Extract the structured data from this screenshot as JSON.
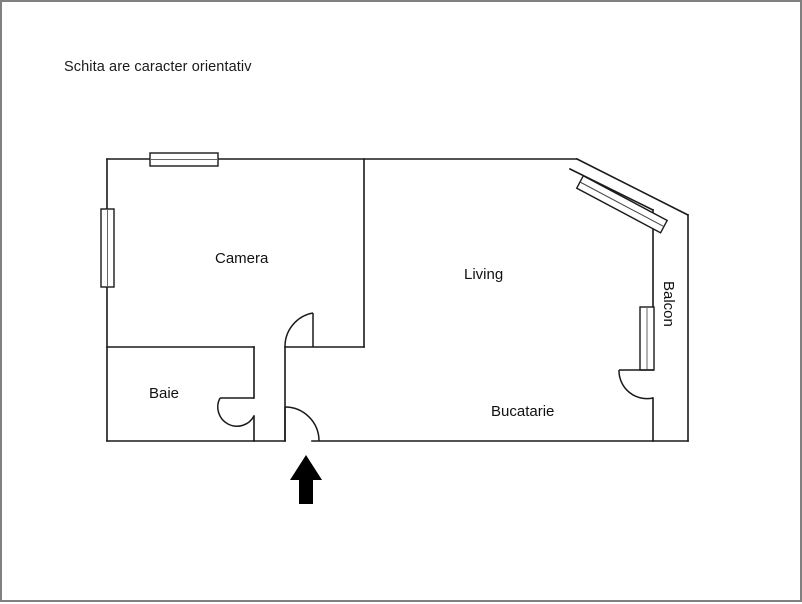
{
  "document": {
    "type": "floor-plan",
    "note": "Schita are caracter orientativ",
    "frame_color": "#808080",
    "wall_color": "#1a1a1a",
    "background_color": "#ffffff"
  },
  "rooms": [
    {
      "id": "camera",
      "label": "Camera"
    },
    {
      "id": "living",
      "label": "Living"
    },
    {
      "id": "baie",
      "label": "Baie"
    },
    {
      "id": "bucatarie",
      "label": "Bucatarie"
    },
    {
      "id": "balcon",
      "label": "Balcon",
      "orientation": "vertical"
    }
  ],
  "features": {
    "windows": [
      {
        "id": "window-camera-top",
        "wall": "top",
        "room": "camera"
      },
      {
        "id": "window-camera-left",
        "wall": "left",
        "room": "camera"
      },
      {
        "id": "window-balcon-diag",
        "wall": "diagonal",
        "room": "balcon"
      },
      {
        "id": "window-balcon-right",
        "wall": "right",
        "room": "balcon"
      }
    ],
    "doors": [
      {
        "id": "door-camera",
        "room": "camera",
        "swing": "left"
      },
      {
        "id": "door-baie",
        "room": "baie",
        "swing": "left"
      },
      {
        "id": "door-entrance",
        "room": "bucatarie",
        "swing": "right"
      },
      {
        "id": "door-balcon",
        "room": "balcon",
        "swing": "left"
      }
    ],
    "entrance_marker": {
      "id": "entrance-arrow",
      "direction": "up",
      "color": "#000000"
    }
  }
}
